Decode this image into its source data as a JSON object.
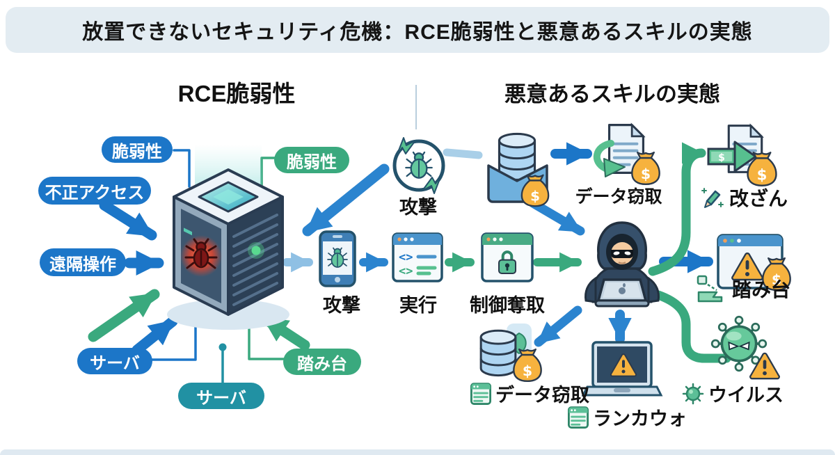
{
  "title": "放置できないセキュリティ危機：RCE脆弱性と悪意あるスキルの実態",
  "sections": {
    "left": {
      "heading": "RCE脆弱性"
    },
    "right": {
      "heading": "悪意あるスキルの実態"
    }
  },
  "left_labels": {
    "vuln_blue": "脆弱性",
    "vuln_green": "脆弱性",
    "unauthorized_access": "不正アクセス",
    "remote_control": "遠隔操作",
    "server_blue": "サーバ",
    "server_teal": "サーバ",
    "stepping_stone": "踏み台"
  },
  "flow_labels": {
    "attack_top": "攻撃",
    "attack": "攻撃",
    "execute": "実行",
    "control_seizure": "制御奪取",
    "data_theft_top": "データ窃取",
    "tampering": "改ざん",
    "stepping_stone": "踏み台",
    "data_theft_bottom": "データ窃取",
    "ransomware": "ランカウォ",
    "virus": "ウイルス"
  },
  "colors": {
    "banner_bg": "#e3ecf2",
    "blue": "#1c76c8",
    "green": "#3aa97e",
    "teal": "#2191a3",
    "amber": "#f6b23e",
    "ink": "#2b3a4c"
  }
}
